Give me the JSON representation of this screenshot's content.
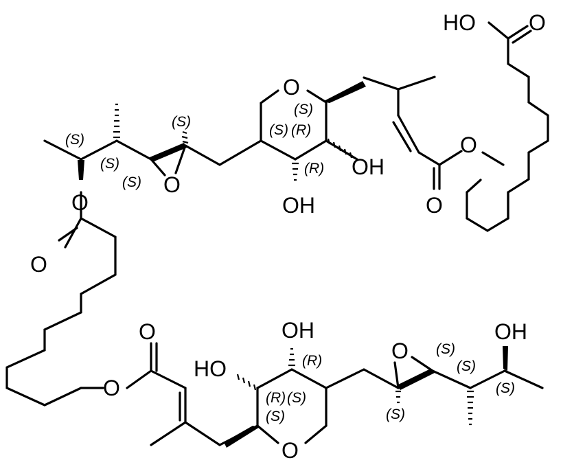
{
  "molecule": {
    "atoms": {
      "hooc_oh": "HO",
      "hooc_o": "O",
      "ring_top_o": "O",
      "ring_top_oh1": "OH",
      "ring_top_oh2": "OH",
      "ester_top_o": "O",
      "ester_top_co": "O",
      "epox_top_o": "O",
      "ester_left_o": "O",
      "ester_left_co": "O",
      "ester_mid_o": "O",
      "ester_mid_co": "O",
      "ring_bot_oh1": "OH",
      "ring_bot_oh2": "HO",
      "ring_bot_o": "O",
      "epox_bot_o": "O",
      "tail_oh": "OH"
    },
    "stereo": {
      "t1": "(S)",
      "t2": "(S)",
      "t3": "(S)",
      "t4": "(S)",
      "t5": "(S)",
      "t6": "(S)",
      "t7": "(R)",
      "t8": "(R)",
      "b1": "(R)",
      "b2": "(R)",
      "b3": "(S)",
      "b4": "(S)",
      "b5": "(S)",
      "b6": "(S)",
      "b7": "(S)",
      "b8": "(S)"
    }
  }
}
